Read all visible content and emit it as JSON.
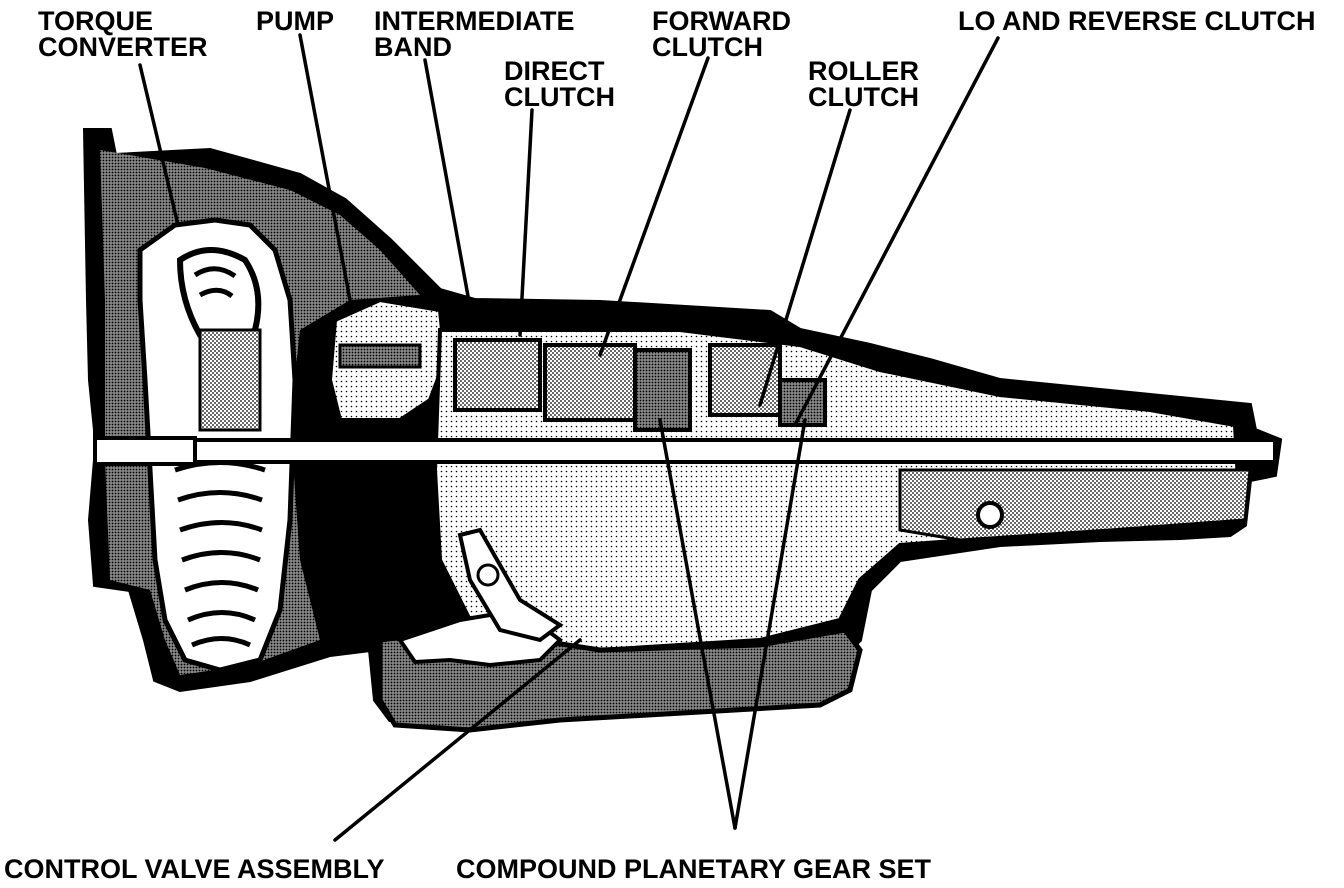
{
  "labels": {
    "torque_converter": [
      "TORQUE",
      "CONVERTER"
    ],
    "pump": "PUMP",
    "intermediate_band": [
      "INTERMEDIATE",
      "BAND"
    ],
    "direct_clutch": [
      "DIRECT",
      "CLUTCH"
    ],
    "forward_clutch": [
      "FORWARD",
      "CLUTCH"
    ],
    "roller_clutch": [
      "ROLLER",
      "CLUTCH"
    ],
    "lo_reverse_clutch": "LO AND REVERSE CLUTCH",
    "control_valve_assembly": "CONTROL VALVE ASSEMBLY",
    "compound_planetary_gear_set": "COMPOUND PLANETARY GEAR SET"
  },
  "colors": {
    "ink": "#000000",
    "paper": "#ffffff",
    "shade": "#b8b8b8",
    "dark_shade": "#6a6a6a"
  }
}
